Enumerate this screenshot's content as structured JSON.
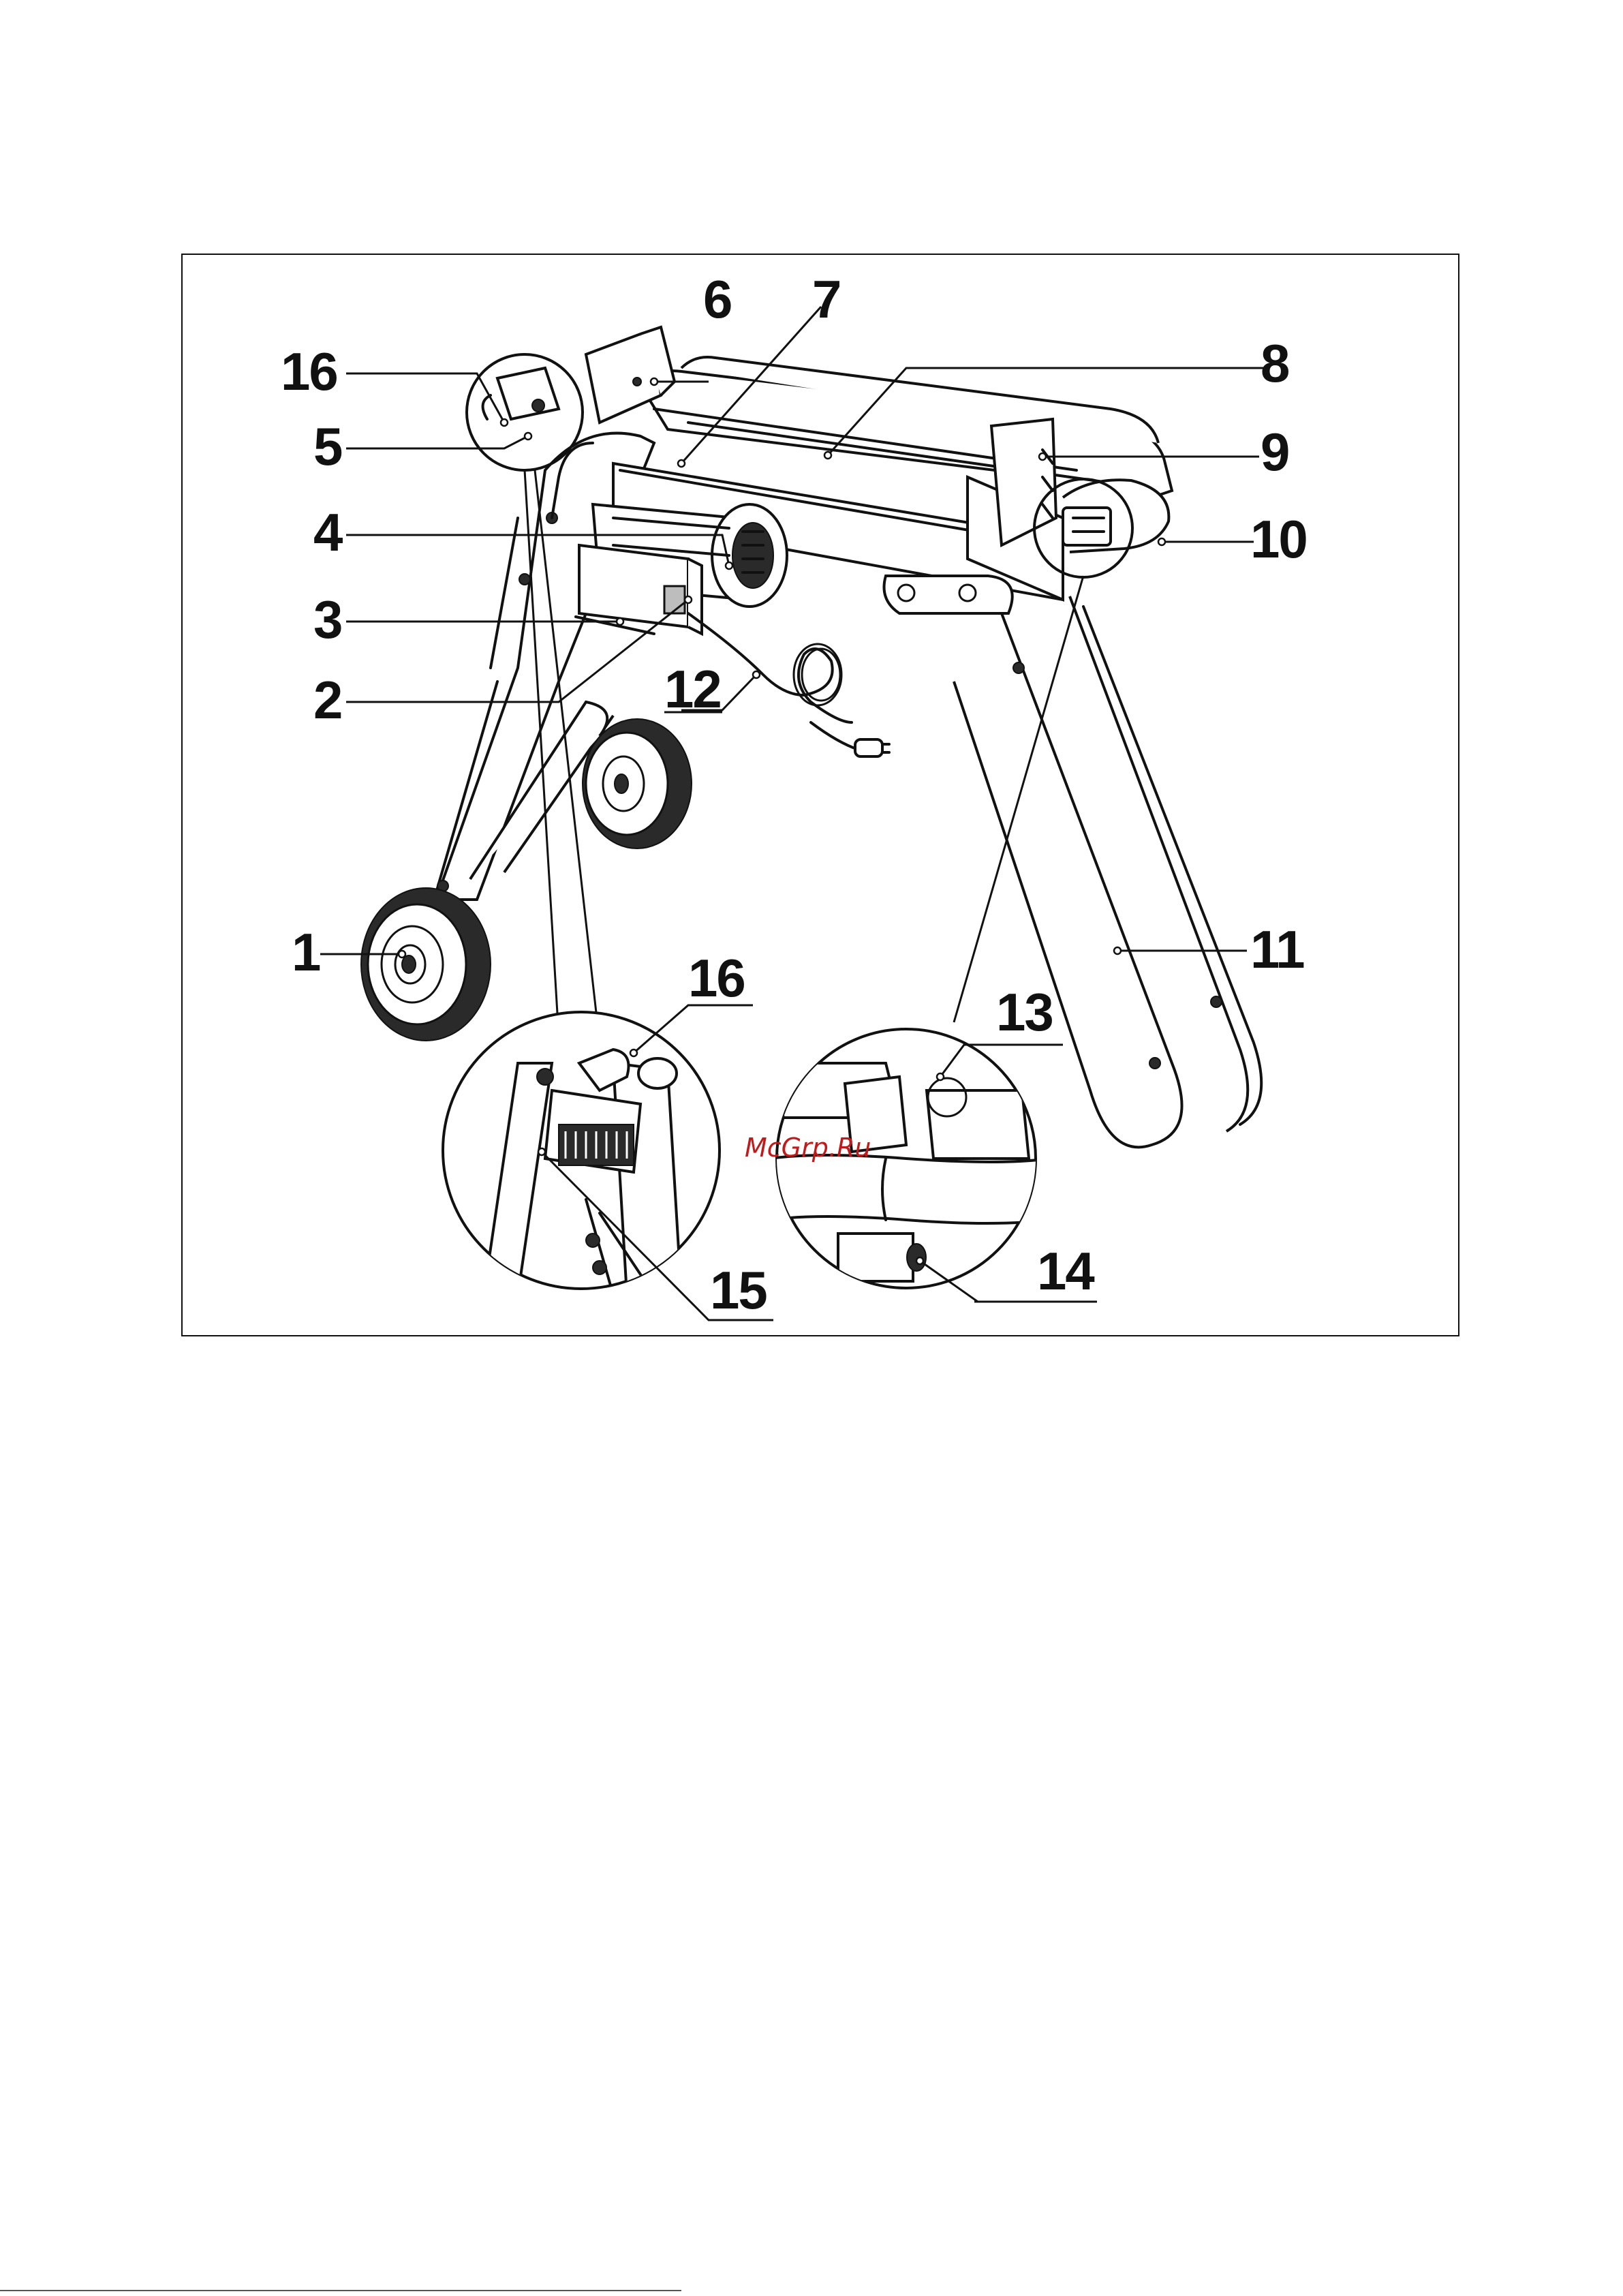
{
  "figure": {
    "callouts": [
      {
        "id": "1",
        "text": "1"
      },
      {
        "id": "2",
        "text": "2"
      },
      {
        "id": "3",
        "text": "3"
      },
      {
        "id": "4",
        "text": "4"
      },
      {
        "id": "5",
        "text": "5"
      },
      {
        "id": "6",
        "text": "6"
      },
      {
        "id": "7",
        "text": "7"
      },
      {
        "id": "8",
        "text": "8"
      },
      {
        "id": "9",
        "text": "9"
      },
      {
        "id": "10",
        "text": "10"
      },
      {
        "id": "11",
        "text": "11"
      },
      {
        "id": "12",
        "text": "12"
      },
      {
        "id": "13",
        "text": "13"
      },
      {
        "id": "14",
        "text": "14"
      },
      {
        "id": "15",
        "text": "15"
      },
      {
        "id": "16a",
        "text": "16"
      },
      {
        "id": "16b",
        "text": "16"
      }
    ]
  },
  "watermark": {
    "text": "McGrp.Ru",
    "color": "#c21a1a"
  }
}
